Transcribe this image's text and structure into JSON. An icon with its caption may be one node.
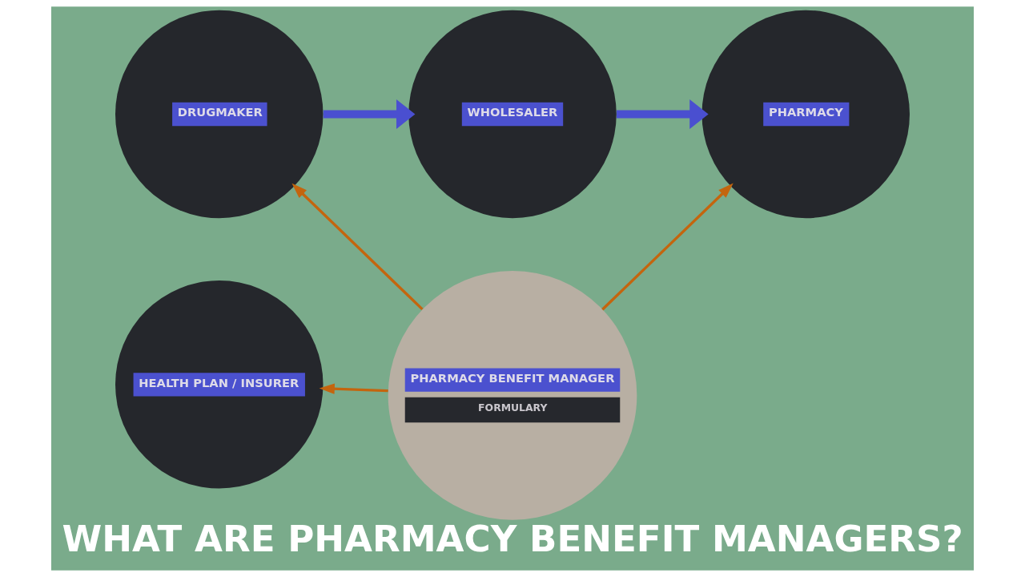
{
  "diagram": {
    "title": "WHAT ARE PHARMACY BENEFIT MANAGERS?",
    "nodes": [
      {
        "text": [
          "DRUGMAKER"
        ]
      },
      {
        "text": [
          "WHOLESALER"
        ]
      },
      {
        "text": [
          "PHARMACY"
        ]
      },
      {
        "text": [
          "HEALTH PLAN / INSURER"
        ]
      },
      {
        "text": [
          "PHARMACY BENEFIT MANAGER",
          "FORMULARY"
        ]
      }
    ],
    "edges": [
      {
        "from": 0,
        "to": 1,
        "arrow": "to",
        "style": "thick",
        "color": "#4a4fd0"
      },
      {
        "from": 1,
        "to": 2,
        "arrow": "to",
        "style": "thick",
        "color": "#4a4fd0"
      },
      {
        "from": 4,
        "to": 0,
        "arrow": "to"
      },
      {
        "from": 4,
        "to": 2,
        "arrow": "to"
      },
      {
        "from": 4,
        "to": 3,
        "arrow": "to"
      }
    ]
  }
}
